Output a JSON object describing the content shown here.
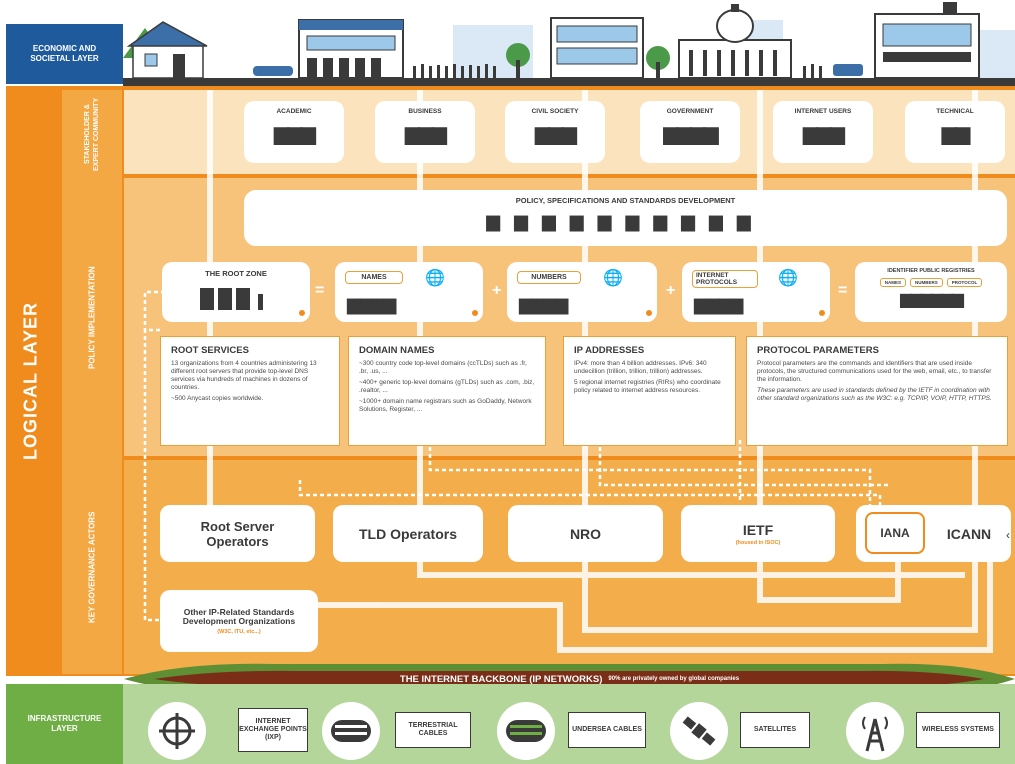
{
  "layers": {
    "economic": "ECONOMIC AND SOCIETAL LAYER",
    "logical": "LOGICAL LAYER",
    "infrastructure": "INFRASTRUCTURE LAYER"
  },
  "sublayers": {
    "stakeholder": "STAKEHOLDER & EXPERT COMMUNITY",
    "policy": "POLICY IMPLEMENTATION",
    "governance": "KEY GOVERNANCE ACTORS"
  },
  "stakeholders": [
    "ACADEMIC",
    "BUSINESS",
    "CIVIL SOCIETY",
    "GOVERNMENT",
    "INTERNET USERS",
    "TECHNICAL"
  ],
  "policy_dev": "POLICY, SPECIFICATIONS AND STANDARDS DEVELOPMENT",
  "resources": {
    "root_zone": "THE ROOT ZONE",
    "names": "NAMES",
    "numbers": "NUMBERS",
    "protocols": "INTERNET PROTOCOLS",
    "registries": "IDENTIFIER PUBLIC REGISTRIES",
    "reg_tags": [
      "NAMES",
      "NUMBERS",
      "PROTOCOL"
    ],
    "eq": "=",
    "plus": "+"
  },
  "info": {
    "root": {
      "title": "ROOT SERVICES",
      "lines": [
        "13 organizations from 4 countries administering 13 different root servers that provide top-level DNS services via hundreds of machines in dozens of countries.",
        "~500 Anycast copies worldwide."
      ]
    },
    "domains": {
      "title": "DOMAIN NAMES",
      "lines": [
        "~300 country code top-level domains (ccTLDs) such as .fr, .br, .us, ...",
        "~400+ generic top-level domains (gTLDs) such as .com, .biz, .realtor, ...",
        "~1000+ domain name registrars such as GoDaddy, Network Solutions, Register, ..."
      ]
    },
    "ip": {
      "title": "IP ADDRESSES",
      "lines": [
        "IPv4: more than 4 billion addresses. IPv6: 340 undecillion (trillion, trillion, trillion) addresses.",
        "5 regional internet registries (RIRs) who coordinate policy related to internet address resources."
      ]
    },
    "protocol": {
      "title": "PROTOCOL PARAMETERS",
      "lines": [
        "Protocol parameters are the commands and identifiers that are used inside protocols, the structured communications used for the web, email, etc., to transfer the information.",
        "These parameters are used in standards defined by the IETF in coordination with other standard organizations such as the W3C: e.g. TCP/IP, VOIP, HTTP, HTTPS."
      ]
    }
  },
  "actors": {
    "root_ops": "Root Server Operators",
    "tld": "TLD Operators",
    "nro": "NRO",
    "ietf": "IETF",
    "ietf_sub": "(housed in ISOC)",
    "iana": "IANA",
    "icann": "ICANN",
    "other": "Other IP-Related Standards Development Organizations",
    "other_sub": "(W3C, ITU, etc...)"
  },
  "backbone": {
    "title": "THE INTERNET BACKBONE (IP NETWORKS)",
    "note": "90% are privately owned by global companies"
  },
  "infra": [
    "INTERNET EXCHANGE POINTS (IXP)",
    "TERRESTRIAL CABLES",
    "UNDERSEA CABLES",
    "SATELLITES",
    "WIRELESS SYSTEMS"
  ],
  "colors": {
    "orange": "#f08c1e",
    "light_orange": "#f7c27a",
    "band": "#fbe3bd",
    "navy": "#1f5b9c",
    "green": "#6fae45",
    "light_green": "#b5d69a",
    "text": "#3a3a3a"
  }
}
